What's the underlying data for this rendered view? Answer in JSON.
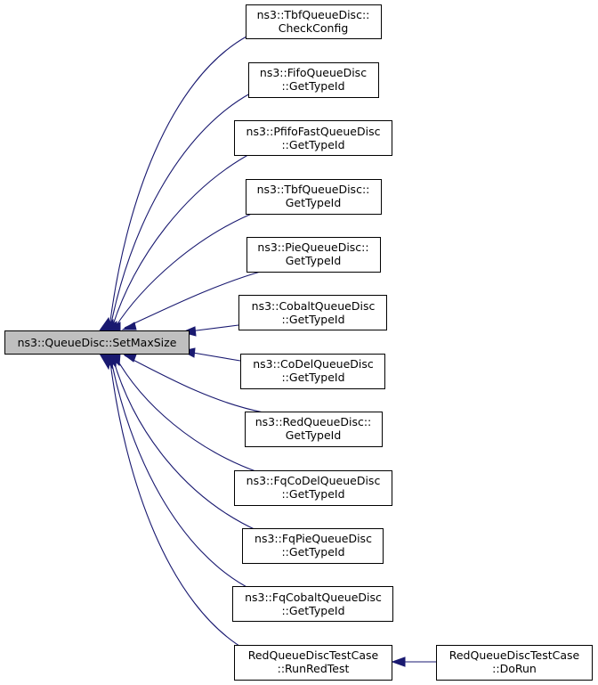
{
  "diagram": {
    "root": {
      "label": "ns3::QueueDisc::SetMaxSize"
    },
    "callers": [
      {
        "id": "tbf-checkconfig",
        "line1": "ns3::TbfQueueDisc::",
        "line2": "CheckConfig"
      },
      {
        "id": "fifo-gettypeid",
        "line1": "ns3::FifoQueueDisc",
        "line2": "::GetTypeId"
      },
      {
        "id": "pfifofast-gettypeid",
        "line1": "ns3::PfifoFastQueueDisc",
        "line2": "::GetTypeId"
      },
      {
        "id": "tbf-gettypeid",
        "line1": "ns3::TbfQueueDisc::",
        "line2": "GetTypeId"
      },
      {
        "id": "pie-gettypeid",
        "line1": "ns3::PieQueueDisc::",
        "line2": "GetTypeId"
      },
      {
        "id": "cobalt-gettypeid",
        "line1": "ns3::CobaltQueueDisc",
        "line2": "::GetTypeId"
      },
      {
        "id": "codel-gettypeid",
        "line1": "ns3::CoDelQueueDisc",
        "line2": "::GetTypeId"
      },
      {
        "id": "red-gettypeid",
        "line1": "ns3::RedQueueDisc::",
        "line2": "GetTypeId"
      },
      {
        "id": "fqcodel-gettypeid",
        "line1": "ns3::FqCoDelQueueDisc",
        "line2": "::GetTypeId"
      },
      {
        "id": "fqpie-gettypeid",
        "line1": "ns3::FqPieQueueDisc",
        "line2": "::GetTypeId"
      },
      {
        "id": "fqcobalt-gettypeid",
        "line1": "ns3::FqCobaltQueueDisc",
        "line2": "::GetTypeId"
      },
      {
        "id": "red-runredtest",
        "line1": "RedQueueDiscTestCase",
        "line2": "::RunRedTest"
      }
    ],
    "secondary": {
      "id": "red-dorun",
      "line1": "RedQueueDiscTestCase",
      "line2": "::DoRun",
      "calls": "red-runredtest"
    },
    "colors": {
      "edge": "#191970",
      "root_fill": "#bfbfbf",
      "node_fill": "#ffffff",
      "node_border": "#000000"
    }
  }
}
